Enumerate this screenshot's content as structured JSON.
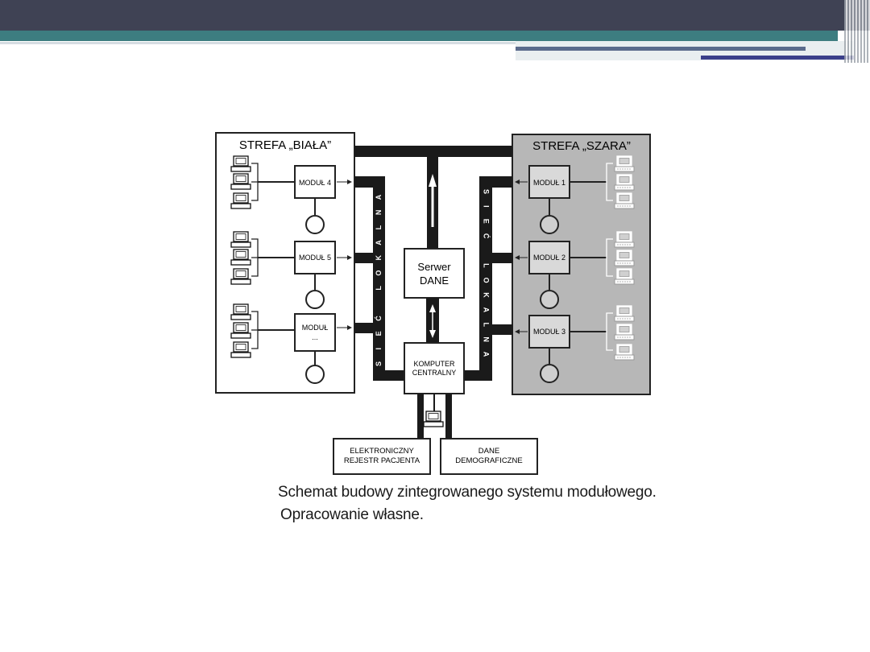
{
  "slide": {
    "caption_line1": "Schemat budowy zintegrowanego systemu modułowego.",
    "caption_line2": "Opracowanie własne."
  },
  "diagram": {
    "zone_white": {
      "title": "STREFA „BIAŁA”"
    },
    "zone_gray": {
      "title": "STREFA „SZARA”"
    },
    "modules": {
      "m4": "MODUŁ 4",
      "m5": "MODUŁ 5",
      "m_dots_1": "MODUŁ",
      "m_dots_2": "...",
      "m1": "MODUŁ 1",
      "m2": "MODUŁ 2",
      "m3": "MODUŁ 3"
    },
    "network_left": [
      "S",
      "I",
      "E",
      "Ć",
      " ",
      "L",
      "O",
      "K",
      "A",
      "L",
      "N",
      "A"
    ],
    "network_right": [
      "S",
      "I",
      "E",
      "Ć",
      " ",
      "L",
      "O",
      "K",
      "A",
      "L",
      "N",
      "A"
    ],
    "server": {
      "line1": "Serwer",
      "line2": "DANE"
    },
    "central": {
      "line1": "KOMPUTER",
      "line2": "CENTRALNY"
    },
    "ehr": {
      "line1": "ELEKTRONICZNY",
      "line2": "REJESTR PACJENTA"
    },
    "demo": {
      "line1": "DANE",
      "line2": "DEMOGRAFICZNE"
    },
    "colors": {
      "gray_zone": "#b7b7b7",
      "module_gray": "#d9d9d9",
      "bus": "#1a1a1a"
    }
  }
}
